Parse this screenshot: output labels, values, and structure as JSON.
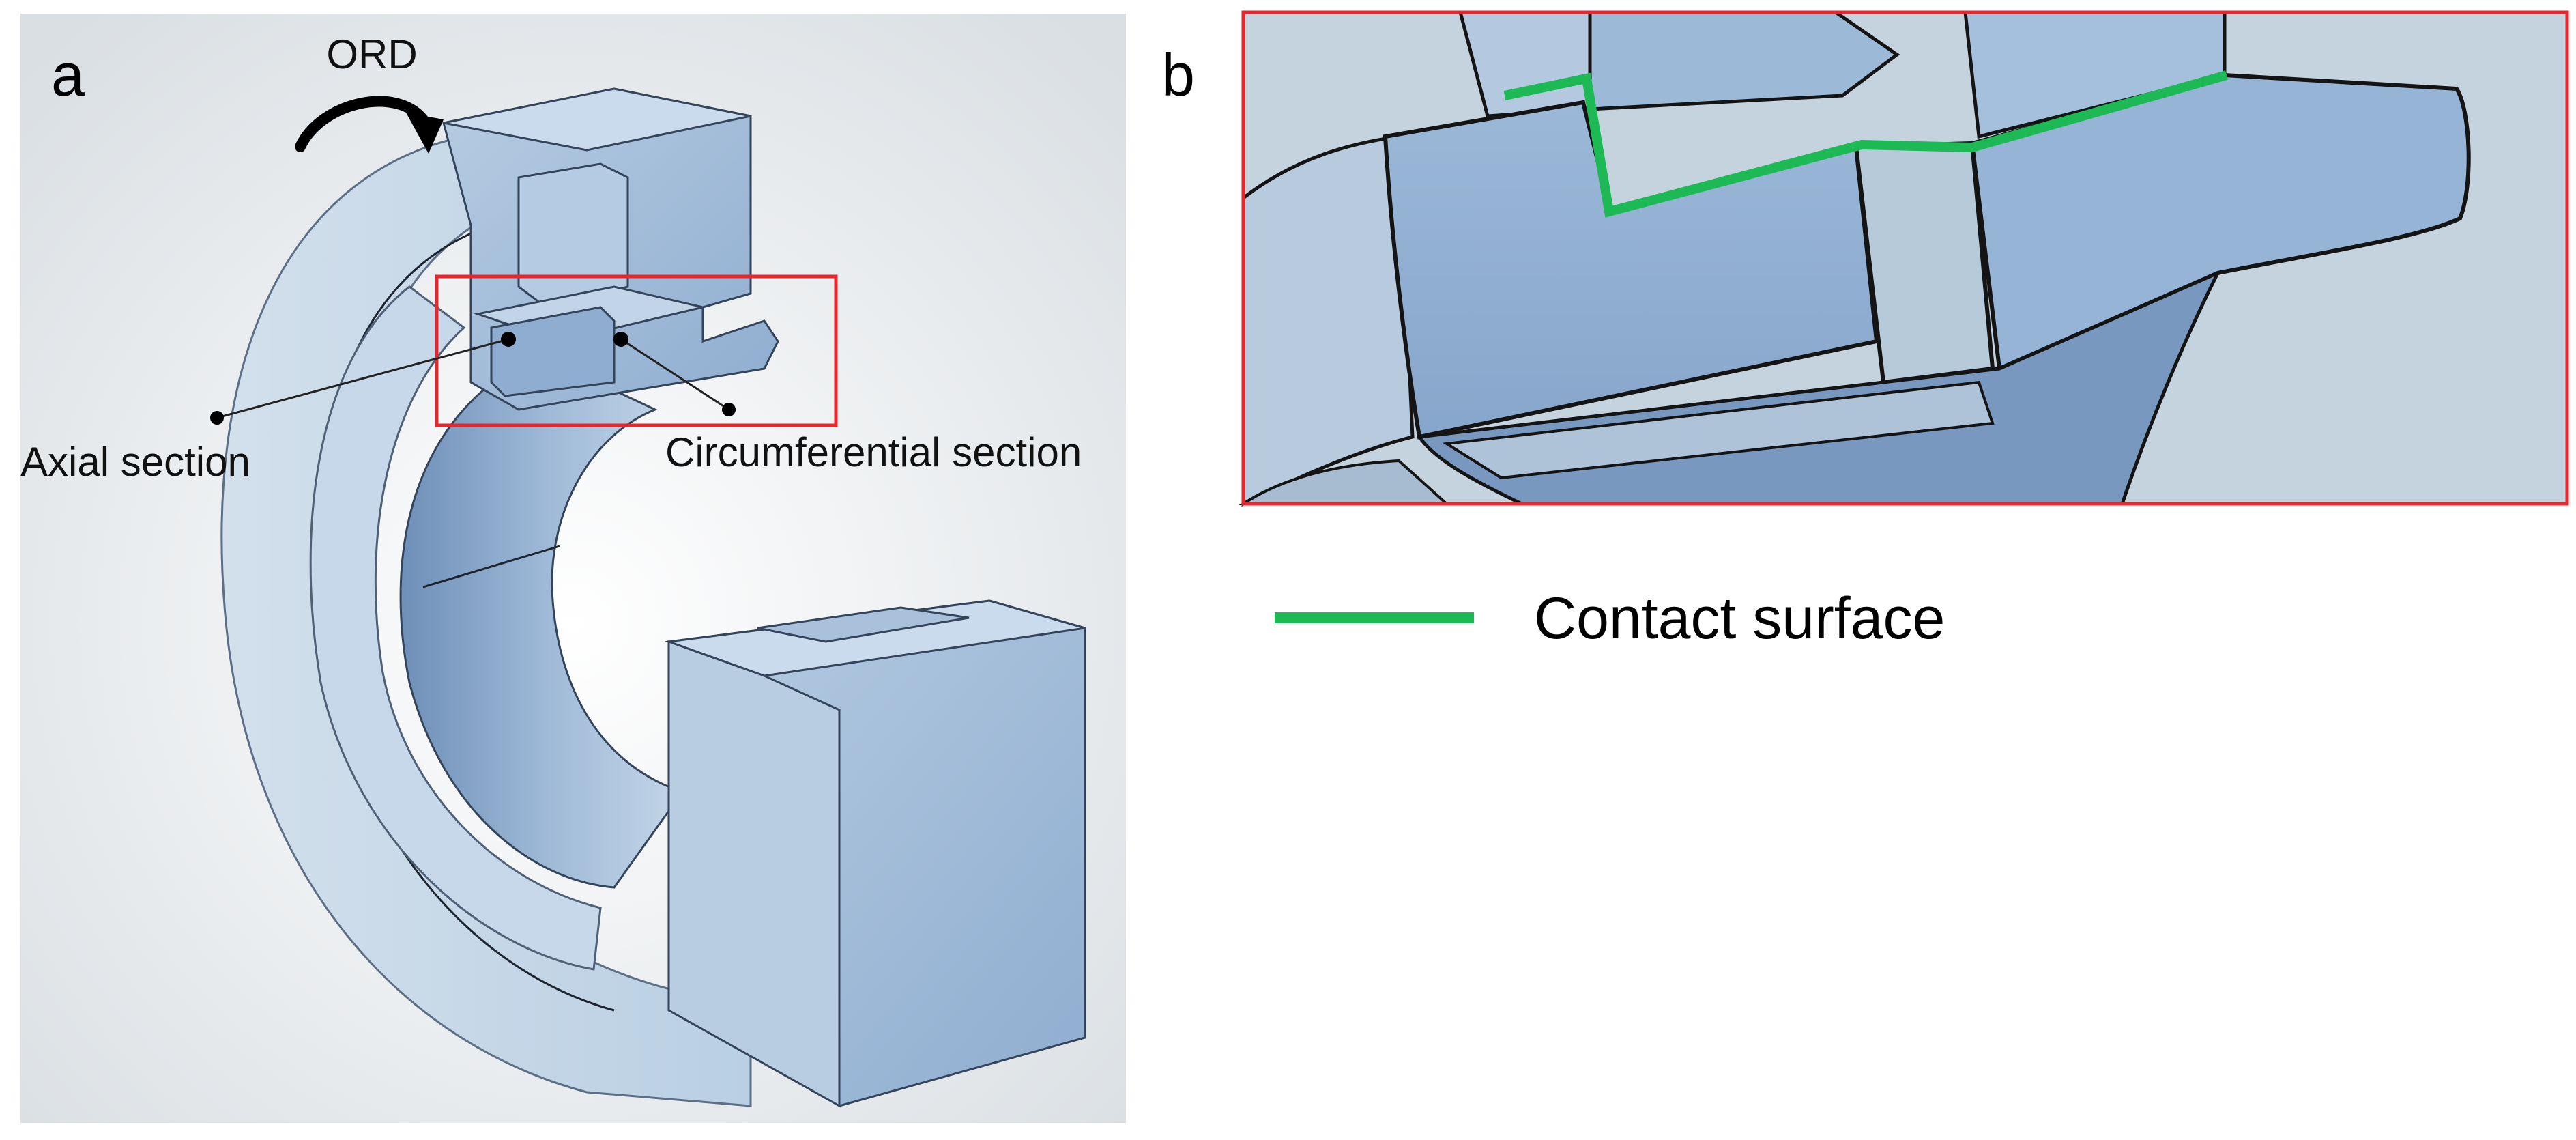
{
  "figure": {
    "panel_a": {
      "letter": "a",
      "rotation_label": "ORD",
      "axial_label": "Axial section",
      "circumferential_label": "Circumferential section"
    },
    "panel_b": {
      "letter": "b"
    },
    "legend": {
      "label": "Contact surface",
      "color": "#1db954"
    },
    "colors": {
      "highlight_box": "#e8262b",
      "part_fill": "#a9c3de",
      "part_fill_dark": "#7f9fc4",
      "background_grey": "#e6eaed"
    }
  }
}
